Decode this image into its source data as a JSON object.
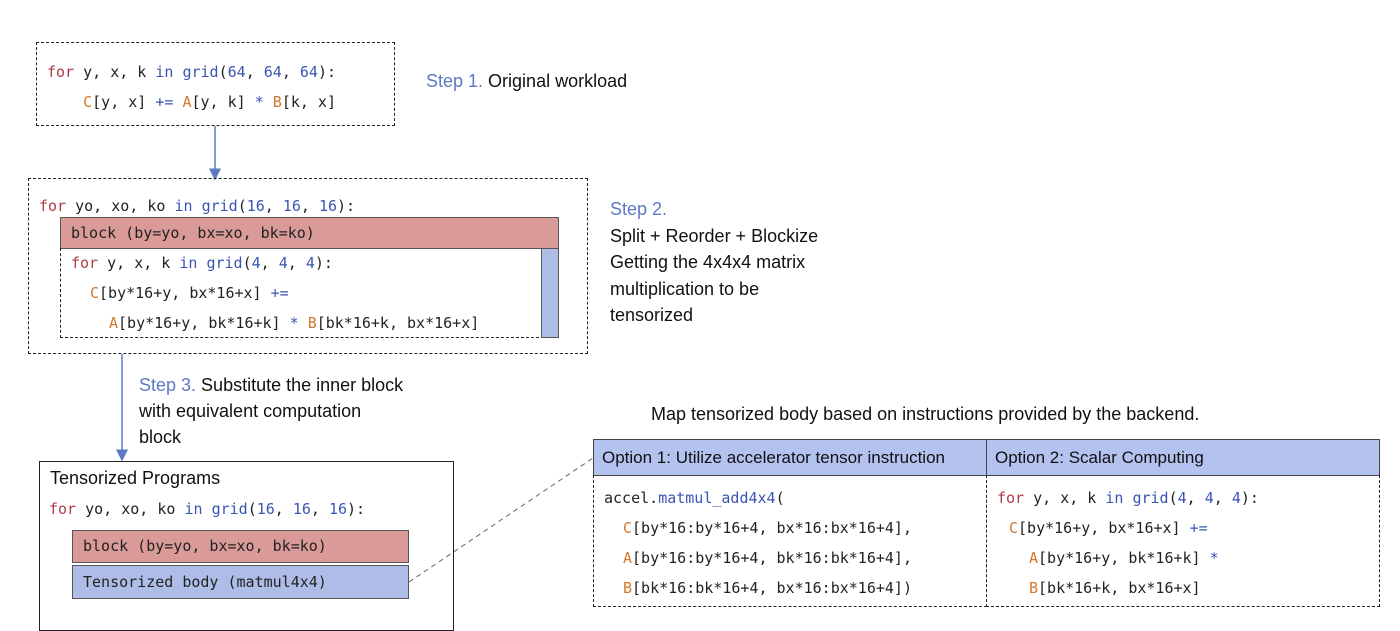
{
  "step1": {
    "code": {
      "line1": {
        "kw1": "for",
        "vars": " y, x, k ",
        "kw2": "in",
        "sp": " ",
        "fn": "grid",
        "open": "(",
        "a": "64",
        "c1": ", ",
        "b": "64",
        "c2": ", ",
        "c": "64",
        "close": "):"
      },
      "line2": {
        "indent": "    ",
        "arrC": "C",
        "idxC": "[y, x] ",
        "op1": "+=",
        "sp": " ",
        "arrA": "A",
        "idxA": "[y, k] ",
        "op2": "*",
        "sp2": " ",
        "arrB": "B",
        "idxB": "[k, x]"
      }
    },
    "label_prefix": "Step 1.",
    "label_text": " Original workload"
  },
  "step2": {
    "outer": {
      "kw1": "for",
      "vars": " yo, xo, ko ",
      "kw2": "in",
      "sp": " ",
      "fn": "grid",
      "open": "(",
      "a": "16",
      "c1": ", ",
      "b": "16",
      "c2": ", ",
      "c": "16",
      "close": "):"
    },
    "block": "block (by=yo, bx=xo, bk=ko)",
    "inner1": {
      "kw1": "for",
      "vars": " y, x, k ",
      "kw2": "in",
      "sp": " ",
      "fn": "grid",
      "open": "(",
      "a": "4",
      "c1": ", ",
      "b": "4",
      "c2": ", ",
      "c": "4",
      "close": "):"
    },
    "inner2": {
      "arr": "C",
      "idx": "[by*16+y, bx*16+x] ",
      "op": "+="
    },
    "inner3": {
      "arrA": "A",
      "idxA": "[by*16+y, bk*16+k] ",
      "op": "*",
      "sp": " ",
      "arrB": "B",
      "idxB": "[bk*16+k, bx*16+x]"
    },
    "label_title": "Step 2.",
    "label_lines": [
      "Split + Reorder + Blockize",
      "Getting the 4x4x4 matrix",
      "multiplication to be",
      "tensorized"
    ]
  },
  "step3": {
    "label_prefix": "Step 3.",
    "label_line1": " Substitute the inner block",
    "label_line2": "with equivalent computation",
    "label_line3": "block"
  },
  "tensorized": {
    "title": "Tensorized Programs",
    "loop": {
      "kw1": "for",
      "vars": " yo, xo, ko ",
      "kw2": "in",
      "sp": " ",
      "fn": "grid",
      "open": "(",
      "a": "16",
      "c1": ", ",
      "b": "16",
      "c2": ", ",
      "c": "16",
      "close": "):"
    },
    "block": "block (by=yo, bx=xo, bk=ko)",
    "body": "Tensorized body (matmul4x4)"
  },
  "map_title": "Map tensorized body based on instructions provided by the backend.",
  "option1": {
    "header": "Option 1: Utilize accelerator tensor instruction",
    "l1": {
      "obj": "accel.",
      "fn": "matmul_add4x4",
      "open": "("
    },
    "l2": {
      "arr": "C",
      "idx": "[by*16:by*16+4, bx*16:bx*16+4],"
    },
    "l3": {
      "arr": "A",
      "idx": "[by*16:by*16+4, bk*16:bk*16+4],"
    },
    "l4": {
      "arr": "B",
      "idx": "[bk*16:bk*16+4, bx*16:bx*16+4])"
    }
  },
  "option2": {
    "header": "Option 2: Scalar Computing",
    "l1": {
      "kw1": "for",
      "vars": " y, x, k ",
      "kw2": "in",
      "sp": " ",
      "fn": "grid",
      "open": "(",
      "a": "4",
      "c1": ", ",
      "b": "4",
      "c2": ", ",
      "c": "4",
      "close": "):"
    },
    "l2": {
      "arr": "C",
      "idx": "[by*16+y, bx*16+x] ",
      "op": "+="
    },
    "l3": {
      "arr": "A",
      "idx": "[by*16+y, bk*16+k] ",
      "op": "*"
    },
    "l4": {
      "arr": "B",
      "idx": "[bk*16+k, bx*16+x]"
    }
  },
  "colors": {
    "keyword": "#b03a48",
    "builtin": "#3a54b4",
    "array": "#d4782a",
    "step_label": "#5d79c4",
    "block_red": "#d99a98",
    "block_blue": "#aebde8"
  }
}
